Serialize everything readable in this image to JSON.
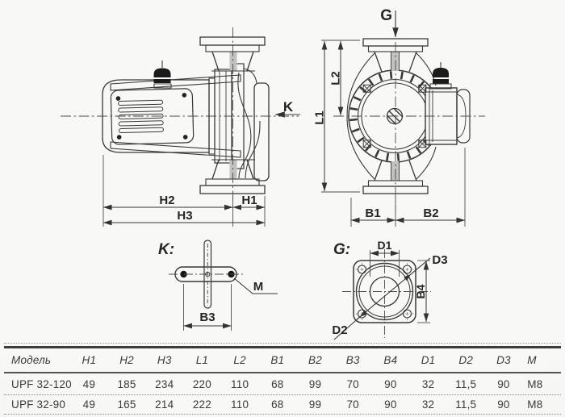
{
  "labels": {
    "side_view": {
      "h1": "H1",
      "h2": "H2",
      "h3": "H3",
      "view_arrow": "K"
    },
    "front_view": {
      "l1": "L1",
      "l2": "L2",
      "b1": "B1",
      "b2": "B2",
      "view_arrow": "G"
    },
    "detail_k": {
      "title": "K:",
      "b3": "B3",
      "m": "M"
    },
    "detail_g": {
      "title": "G:",
      "d1": "D1",
      "d2": "D2",
      "d3": "D3",
      "b4": "B4"
    }
  },
  "table": {
    "headers": [
      "Модель",
      "H1",
      "H2",
      "H3",
      "L1",
      "L2",
      "B1",
      "B2",
      "B3",
      "B4",
      "D1",
      "D2",
      "D3",
      "M"
    ],
    "rows": [
      [
        "UPF 32-120",
        "49",
        "185",
        "234",
        "220",
        "110",
        "68",
        "99",
        "70",
        "90",
        "32",
        "11,5",
        "90",
        "M8"
      ],
      [
        "UPF 32-90",
        "49",
        "165",
        "214",
        "222",
        "110",
        "68",
        "99",
        "70",
        "90",
        "32",
        "11,5",
        "90",
        "M8"
      ]
    ]
  },
  "colors": {
    "line": "#383838",
    "centerline": "#4a4a4a",
    "text": "#3a3a3a"
  }
}
